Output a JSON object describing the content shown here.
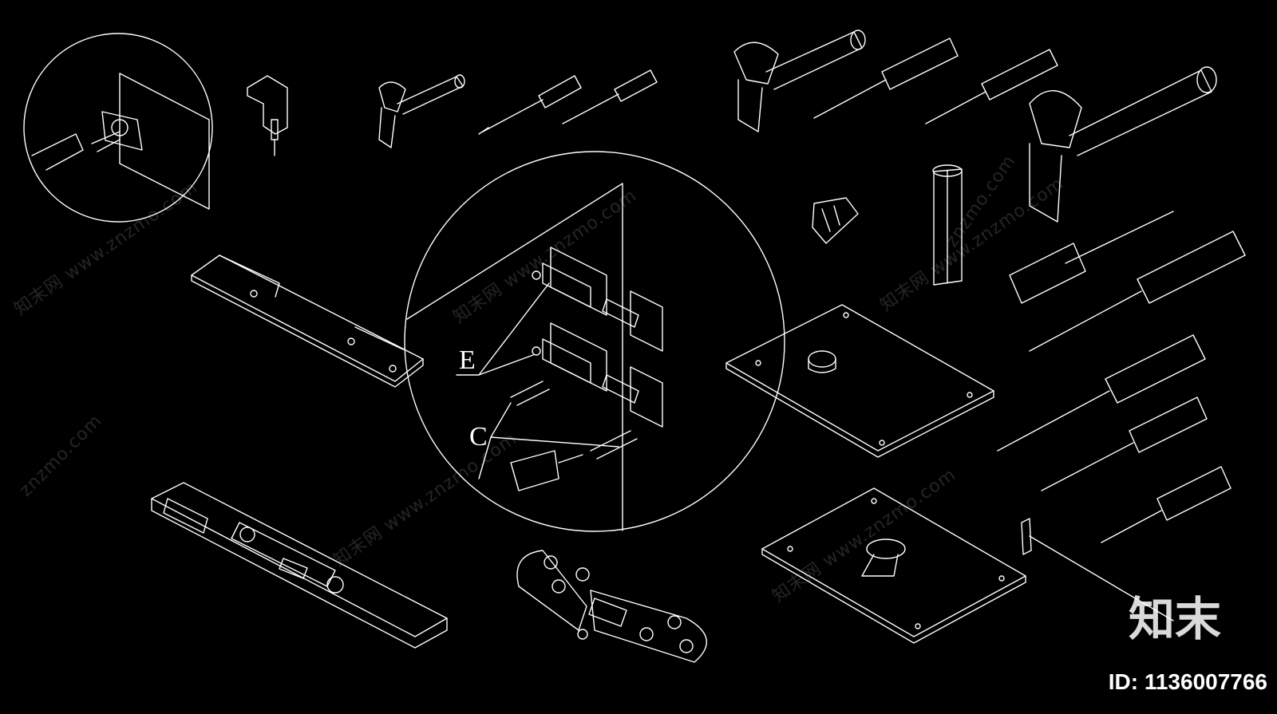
{
  "callouts": {
    "e": "E",
    "c": "C"
  },
  "watermark": {
    "text": "知末网 www.znzmo.com",
    "short": "znzmo.com"
  },
  "brand": {
    "logo": "知末",
    "id_text": "ID: 1136007766"
  },
  "colors": {
    "background": "#000000",
    "line": "#ffffff"
  }
}
